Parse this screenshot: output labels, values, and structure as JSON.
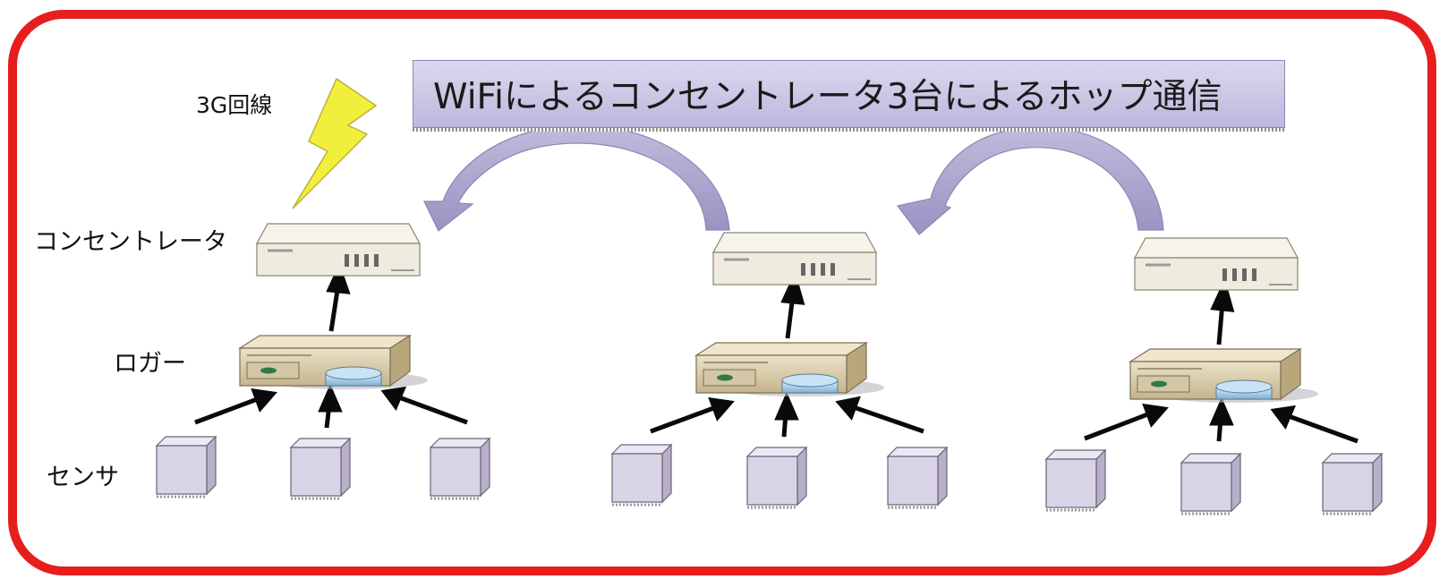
{
  "title": "WiFiによるコンセントレータ3台によるホップ通信",
  "labels": {
    "link": "3G回線",
    "concentrator": "コンセントレータ",
    "logger": "ロガー",
    "sensor": "センサ"
  },
  "icons": {
    "lightning": "lightning-icon",
    "concentrator": "concentrator-icon",
    "logger": "logger-icon",
    "sensor": "sensor-icon",
    "hop_arrow": "hop-arrow-icon"
  },
  "colors": {
    "frame": "#e61e1e",
    "banner": "#c9c2e3",
    "lightning": "#f2ee3c",
    "concentrator": "#efebdf",
    "logger": "#d9ccad",
    "disk": "#a9cde6",
    "sensor": "#d9d3e6"
  },
  "nodes": [
    {
      "id": "unit-1",
      "sensors": 3
    },
    {
      "id": "unit-2",
      "sensors": 3
    },
    {
      "id": "unit-3",
      "sensors": 3
    }
  ]
}
